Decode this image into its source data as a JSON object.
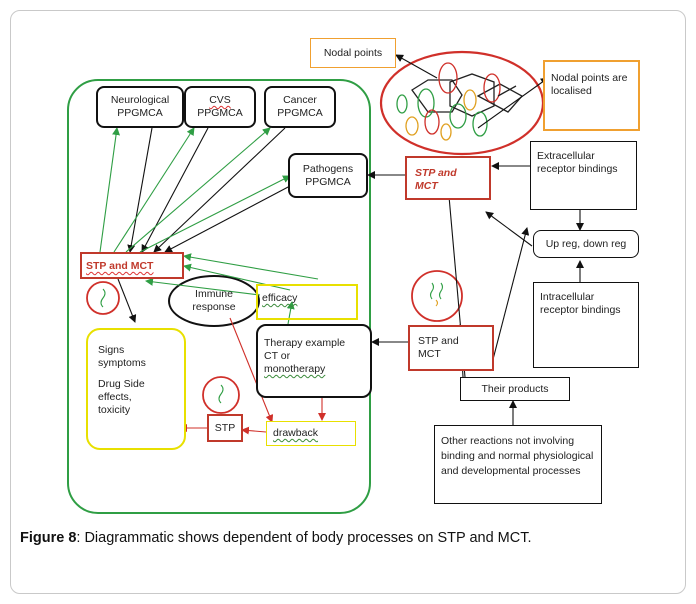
{
  "nodes": {
    "nodal_points": "Nodal points",
    "nodal_localised": "Nodal points are localised",
    "neuro_line1": "Neurological",
    "neuro_line2": "PPGMCA",
    "cvs_line1": "CVS",
    "cvs_line2": "PPGMCA",
    "cancer_line1": "Cancer",
    "cancer_line2": "PPGMCA",
    "pathogens_line1": "Pathogens",
    "pathogens_line2": "PPGMCA",
    "stp_mct_top": "STP and MCT",
    "extracellular": "Extracellular receptor bindings",
    "upreg": "Up reg, down reg",
    "stp_mct_left": "STP and MCT",
    "intracellular": "Intracellular receptor bindings",
    "immune": "Immune response",
    "efficacy": "efficacy",
    "therapy_line1": "Therapy example",
    "therapy_line2": "CT or",
    "therapy_line3": "monotherapy",
    "stp_mct_right_line1": "STP and",
    "stp_mct_right_line2": "MCT",
    "signs_line1": "Signs",
    "signs_line2": "symptoms",
    "drug_line1": "Drug Side",
    "drug_line2": "effects,",
    "drug_line3": "toxicity",
    "stp": "STP",
    "drawback": "drawback",
    "products": "Their products",
    "other_reactions": "Other reactions not involving binding and normal physiological and developmental processes"
  },
  "caption": {
    "label": "Figure 8",
    "text": ": Diagrammatic shows dependent of body processes on STP and MCT."
  },
  "colors": {
    "green": "#2f9e44",
    "red": "#c0392b",
    "yellow": "#e8e000",
    "orange": "#f0a030",
    "black": "#111111"
  }
}
